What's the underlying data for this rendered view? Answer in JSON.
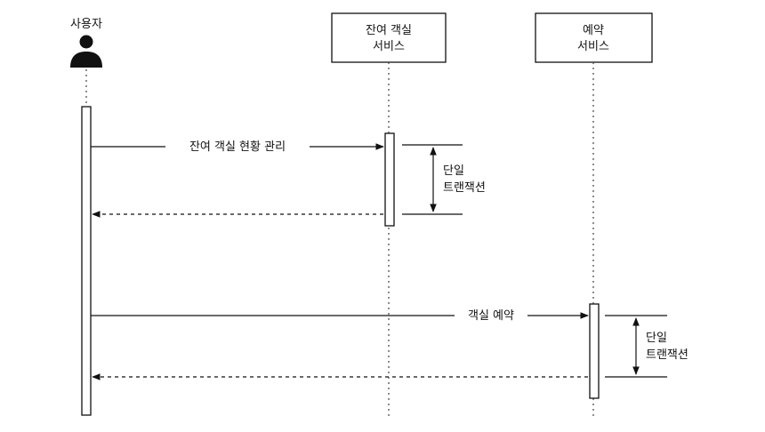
{
  "participants": {
    "user": {
      "label": "사용자",
      "icon": "person-icon"
    },
    "inventory": {
      "line1": "잔여 객실",
      "line2": "서비스"
    },
    "reservation": {
      "line1": "예약",
      "line2": "서비스"
    }
  },
  "messages": {
    "m1": {
      "label": "잔여 객실 현황 관리"
    },
    "m2": {
      "label": "객실 예약"
    }
  },
  "transactions": {
    "t1": {
      "line1": "단일",
      "line2": "트랜잭션"
    },
    "t2": {
      "line1": "단일",
      "line2": "트랜잭션"
    }
  }
}
